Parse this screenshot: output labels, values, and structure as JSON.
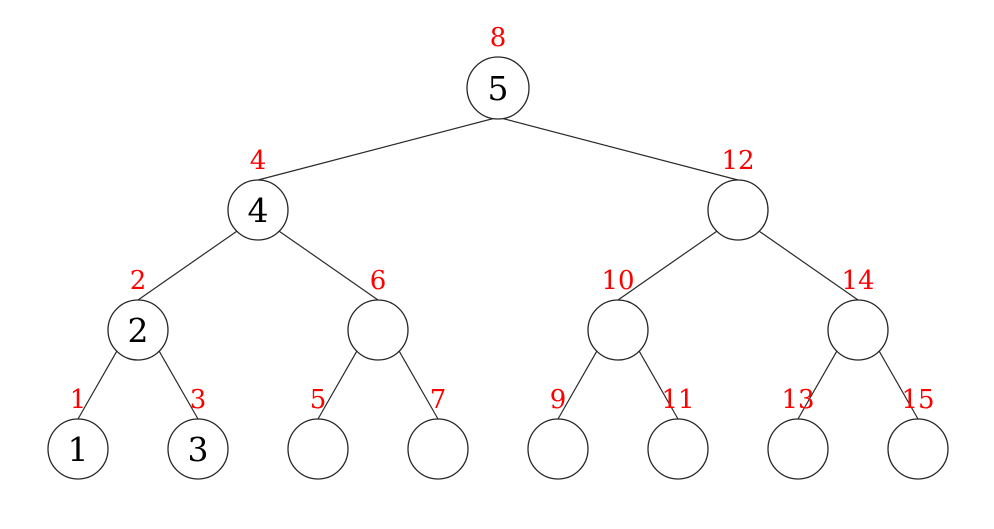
{
  "diagram": {
    "kind": "perfect-binary-tree",
    "colors": {
      "background": "#ffffff",
      "node_fill": "#ffffff",
      "node_stroke": "#262626",
      "edge": "#2a2a2a",
      "index_label": "#ff0000",
      "value_text": "#000000"
    }
  },
  "tree": {
    "levels": [
      [
        {
          "index": "8",
          "value": "5"
        }
      ],
      [
        {
          "index": "4",
          "value": "4"
        },
        {
          "index": "12",
          "value": ""
        }
      ],
      [
        {
          "index": "2",
          "value": "2"
        },
        {
          "index": "6",
          "value": ""
        },
        {
          "index": "10",
          "value": ""
        },
        {
          "index": "14",
          "value": ""
        }
      ],
      [
        {
          "index": "1",
          "value": "1"
        },
        {
          "index": "3",
          "value": "3"
        },
        {
          "index": "5",
          "value": ""
        },
        {
          "index": "7",
          "value": ""
        },
        {
          "index": "9",
          "value": ""
        },
        {
          "index": "11",
          "value": ""
        },
        {
          "index": "13",
          "value": ""
        },
        {
          "index": "15",
          "value": ""
        }
      ]
    ]
  }
}
